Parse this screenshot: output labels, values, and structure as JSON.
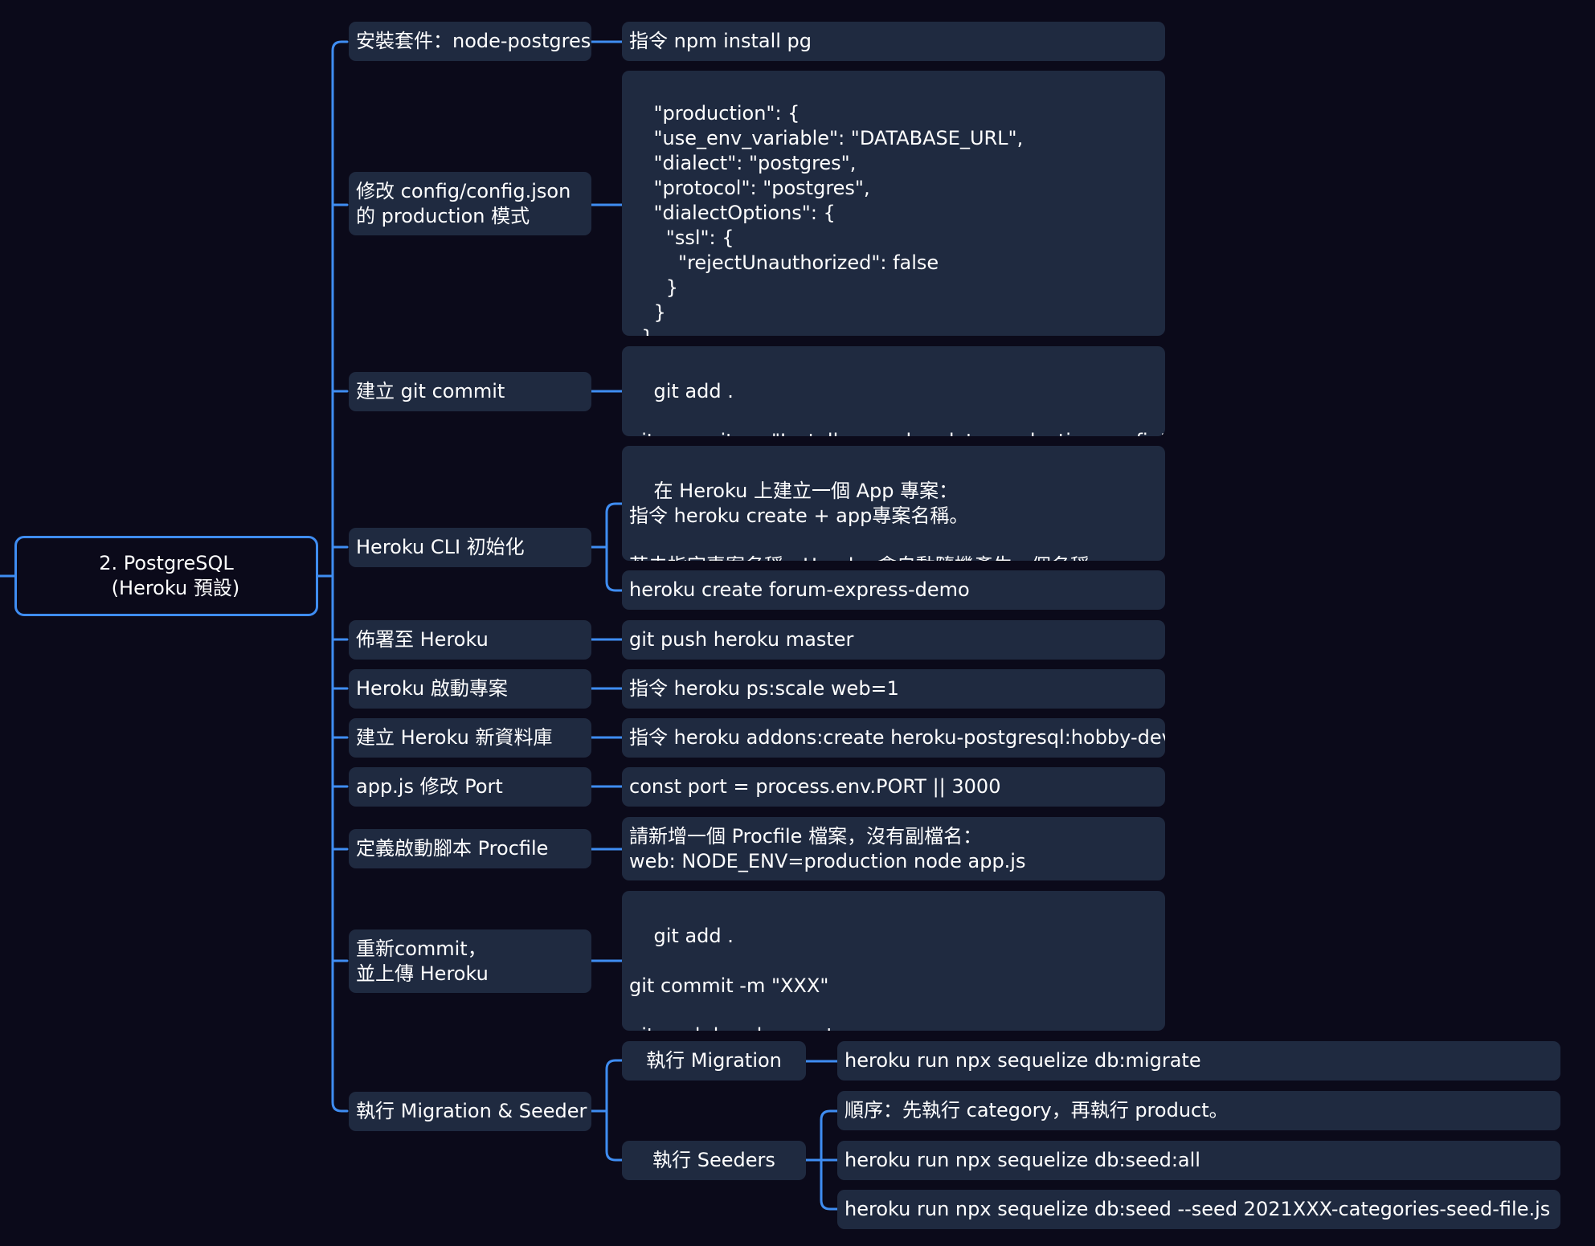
{
  "root": {
    "label": "2. PostgreSQL\n   (Heroku 預設)"
  },
  "steps": {
    "install": {
      "label": "安裝套件：node-postgres",
      "detail": "指令 npm install pg"
    },
    "config": {
      "label": "修改 config/config.json\n的 production 模式",
      "detail": "\"production\": {\n    \"use_env_variable\": \"DATABASE_URL\",\n    \"dialect\": \"postgres\",\n    \"protocol\": \"postgres\",\n    \"dialectOptions\": {\n      \"ssl\": {\n        \"rejectUnauthorized\": false\n      }\n    }\n  },"
    },
    "commit": {
      "label": "建立 git commit",
      "detail": "git add .\n\ngit commit -m \"Install pg and update production config\""
    },
    "cli": {
      "label": "Heroku CLI 初始化",
      "detail1": "在 Heroku 上建立一個 App 專案：\n指令 heroku create + app專案名稱。\n\n若未指定專案名稱，Heroku 會自動隨機產生一個名稱。",
      "detail2": "heroku create forum-express-demo"
    },
    "deploy": {
      "label": "佈署至 Heroku",
      "detail": "git push heroku master"
    },
    "start": {
      "label": "Heroku 啟動專案",
      "detail": "指令 heroku ps:scale web=1"
    },
    "db": {
      "label": "建立 Heroku 新資料庫",
      "detail": "指令 heroku addons:create heroku-postgresql:hobby-dev"
    },
    "port": {
      "label": "app.js 修改 Port",
      "detail": "const port = process.env.PORT || 3000"
    },
    "procfile": {
      "label": "定義啟動腳本 Procfile",
      "detail": "請新增一個 Procfile 檔案，沒有副檔名：\nweb: NODE_ENV=production node app.js"
    },
    "recommit": {
      "label": "重新commit，\n並上傳 Heroku",
      "detail": "git add .\n\ngit commit -m \"XXX\"\n\ngit push heroku master"
    },
    "migrate": {
      "label": "執行 Migration & Seeder",
      "migration": {
        "label": "執行 Migration",
        "detail": "heroku run npx sequelize db:migrate"
      },
      "seeders": {
        "label": "執行 Seeders",
        "details": [
          "順序：先執行 category，再執行 product。",
          "heroku run npx sequelize db:seed:all",
          "heroku run npx sequelize db:seed --seed 2021XXX-categories-seed-file.js"
        ]
      }
    }
  },
  "colors": {
    "background": "#0b0a1a",
    "node": "#1f2a40",
    "connector": "#3f8df2",
    "text": "#ffffff"
  }
}
